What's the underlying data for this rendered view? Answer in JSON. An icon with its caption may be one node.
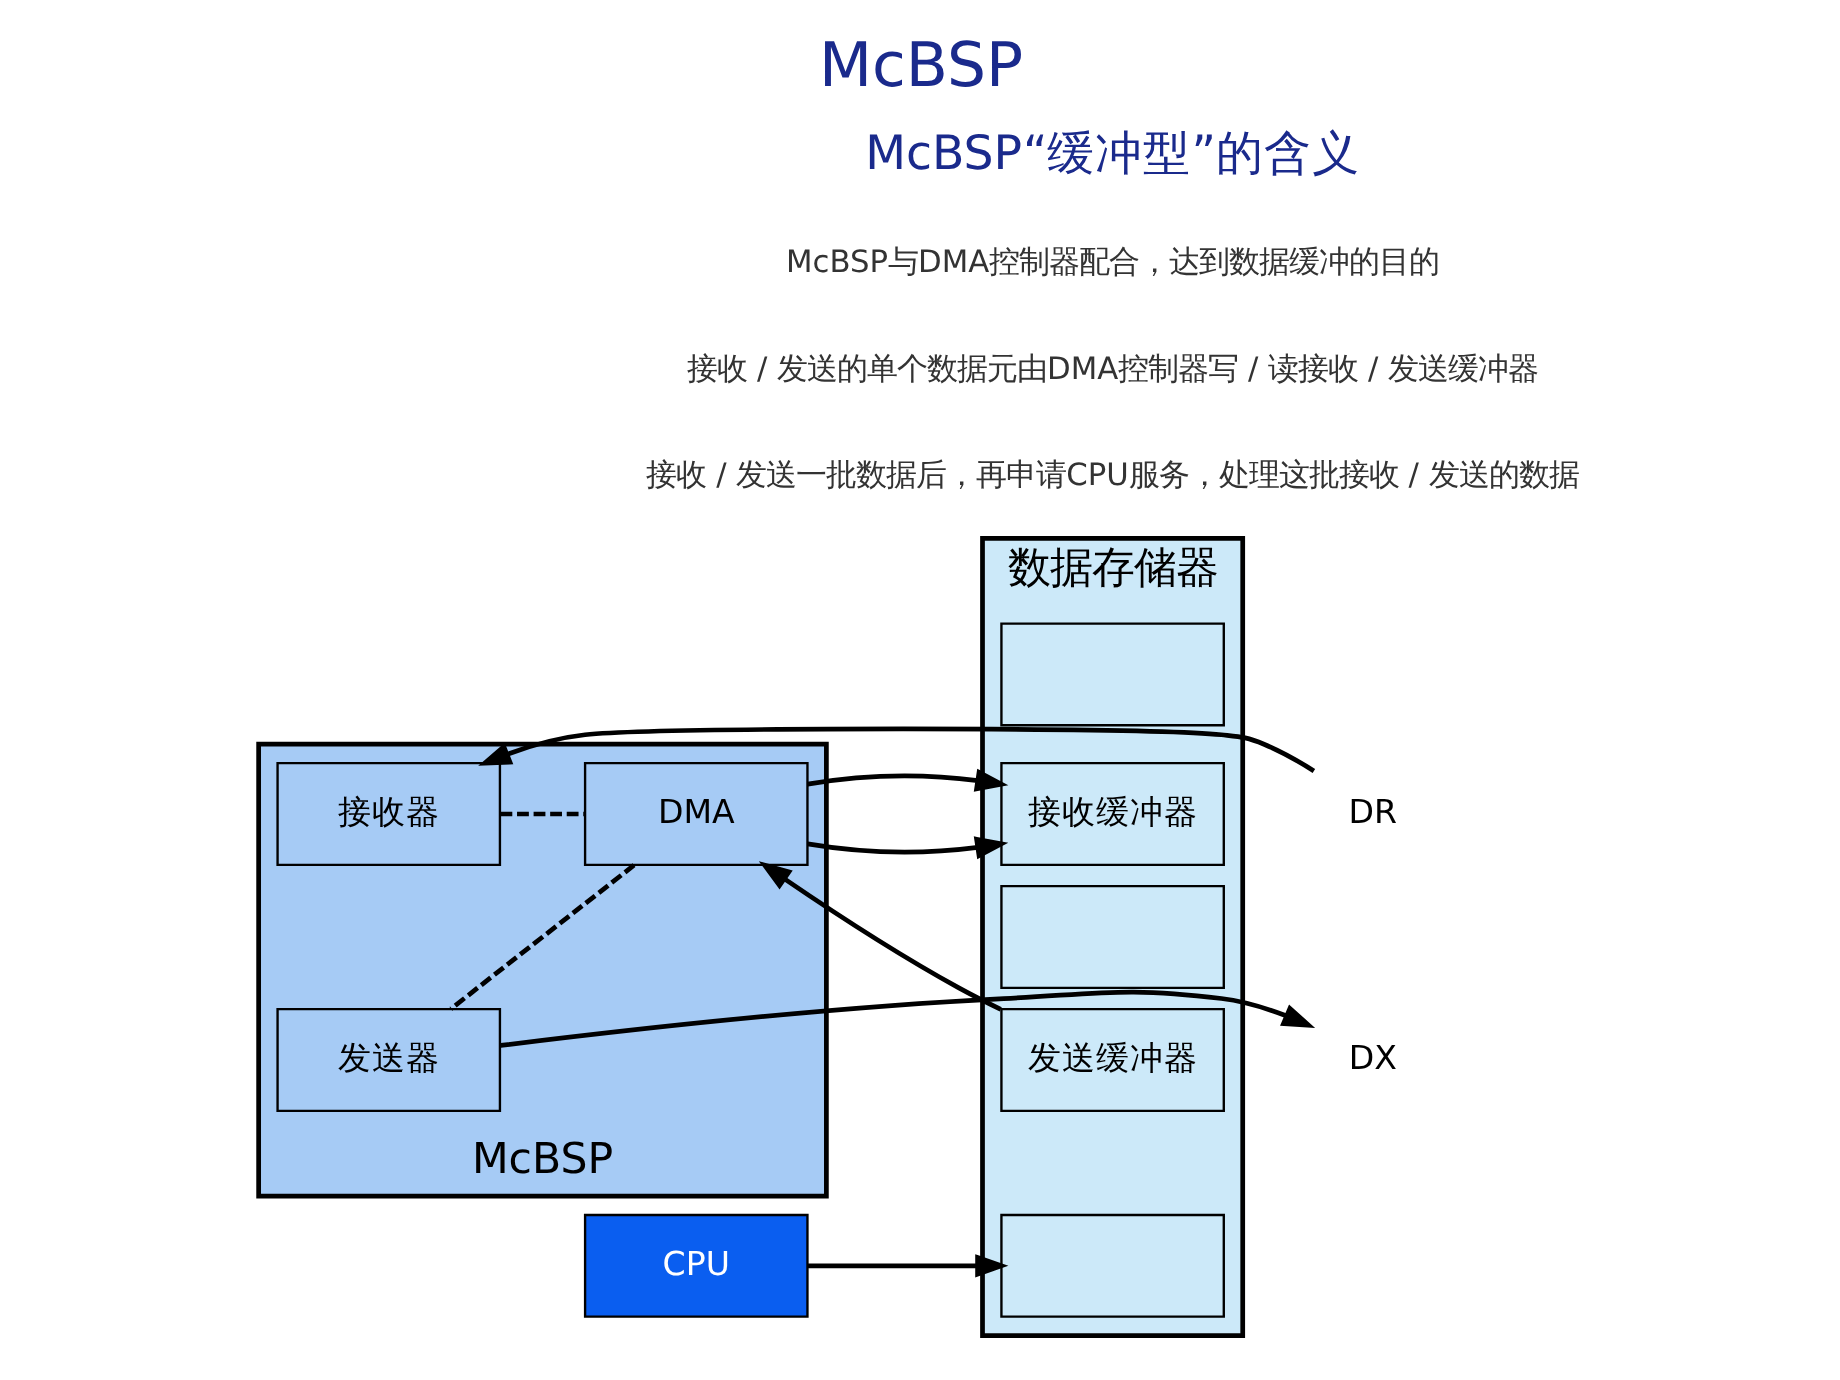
{
  "diagram": {
    "title": "McBSP",
    "nodes": [
      {
        "text": [
          "McBSP"
        ]
      },
      {
        "text": [
          "接收器"
        ],
        "in": 0
      },
      {
        "text": [
          "发送器"
        ],
        "in": 0
      },
      {
        "text": [
          "DMA"
        ],
        "in": 0
      },
      {
        "text": [
          "DR"
        ]
      },
      {
        "text": [
          "DX"
        ]
      },
      {
        "text": [
          "数据存储器"
        ]
      },
      {
        "text": [],
        "shape": "box",
        "in": 6
      },
      {
        "text": [
          "接收缓冲器"
        ],
        "in": 6
      },
      {
        "text": [],
        "shape": "box",
        "in": 6
      },
      {
        "text": [
          "发送缓冲器"
        ],
        "in": 6
      },
      {
        "text": [],
        "shape": "box",
        "in": 6
      },
      {
        "text": [
          "CPU"
        ]
      }
    ],
    "edges": [
      {
        "from": 4,
        "to": 1,
        "arrow": "to"
      },
      {
        "from": 1,
        "to": 3,
        "arrow": "none",
        "style": "dashed"
      },
      {
        "from": 3,
        "to": 8,
        "arrow": "to"
      },
      {
        "from": 10,
        "to": 3,
        "arrow": "to"
      },
      {
        "from": 3,
        "to": 2,
        "arrow": "none",
        "style": "dashed"
      },
      {
        "from": 2,
        "to": 5,
        "arrow": "to"
      },
      {
        "from": 12,
        "to": 11,
        "arrow": "to"
      }
    ],
    "labels": [
      "McBSP“缓冲型”的含义",
      "McBSP与DMA控制器配合，达到数据缓冲的目的",
      "接收 / 发送的单个数据元由DMA控制器写 / 读接收 / 发送缓冲器",
      "接收 / 发送一批数据后，再申请CPU服务，处理这批接收 / 发送的数据"
    ]
  }
}
